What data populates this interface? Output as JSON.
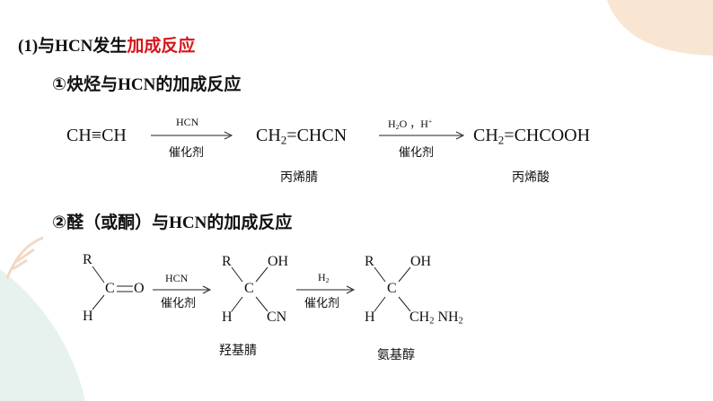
{
  "section": {
    "prefix": "(1)",
    "mid1": "与",
    "hcn": "HCN",
    "mid2": "发生",
    "highlight": "加成反应"
  },
  "sub1": {
    "num": "①",
    "pre": "炔烃与",
    "hcn": "HCN",
    "post": "的加成反应"
  },
  "reaction1": {
    "reactant": "CH≡CH",
    "arrow1_top": "HCN",
    "arrow1_bottom": "催化剂",
    "product1_a": "CH",
    "product1_sub": "2",
    "product1_b": "=CHCN",
    "product1_name": "丙烯腈",
    "arrow2_top_a": "H",
    "arrow2_top_sub": "2",
    "arrow2_top_b": "O ，H",
    "arrow2_top_sup": "+",
    "arrow2_bottom": "催化剂",
    "product2_a": "CH",
    "product2_sub": "2",
    "product2_b": "=CHCOOH",
    "product2_name": "丙烯酸"
  },
  "sub2": {
    "num": "②",
    "pre": "醛（或酮）与",
    "hcn": "HCN",
    "post": "的加成反应"
  },
  "reaction2": {
    "s1_r": "R",
    "s1_c": "C",
    "s1_o": "O",
    "s1_h": "H",
    "arrow1_top": "HCN",
    "arrow1_bottom": "催化剂",
    "s2_r": "R",
    "s2_oh": "OH",
    "s2_c": "C",
    "s2_h": "H",
    "s2_cn": "CN",
    "s2_name": "羟基腈",
    "arrow2_top_a": "H",
    "arrow2_top_sub": "2",
    "arrow2_bottom": "催化剂",
    "s3_r": "R",
    "s3_oh": "OH",
    "s3_c": "C",
    "s3_h": "H",
    "s3_ch2_a": "CH",
    "s3_ch2_sub": "2",
    "s3_nh2_a": "NH",
    "s3_nh2_sub": "2",
    "s3_name": "氨基醇"
  },
  "colors": {
    "highlight": "#d8141c",
    "deco_peach": "#f7e7d6",
    "deco_mint": "#e6f1ef"
  }
}
